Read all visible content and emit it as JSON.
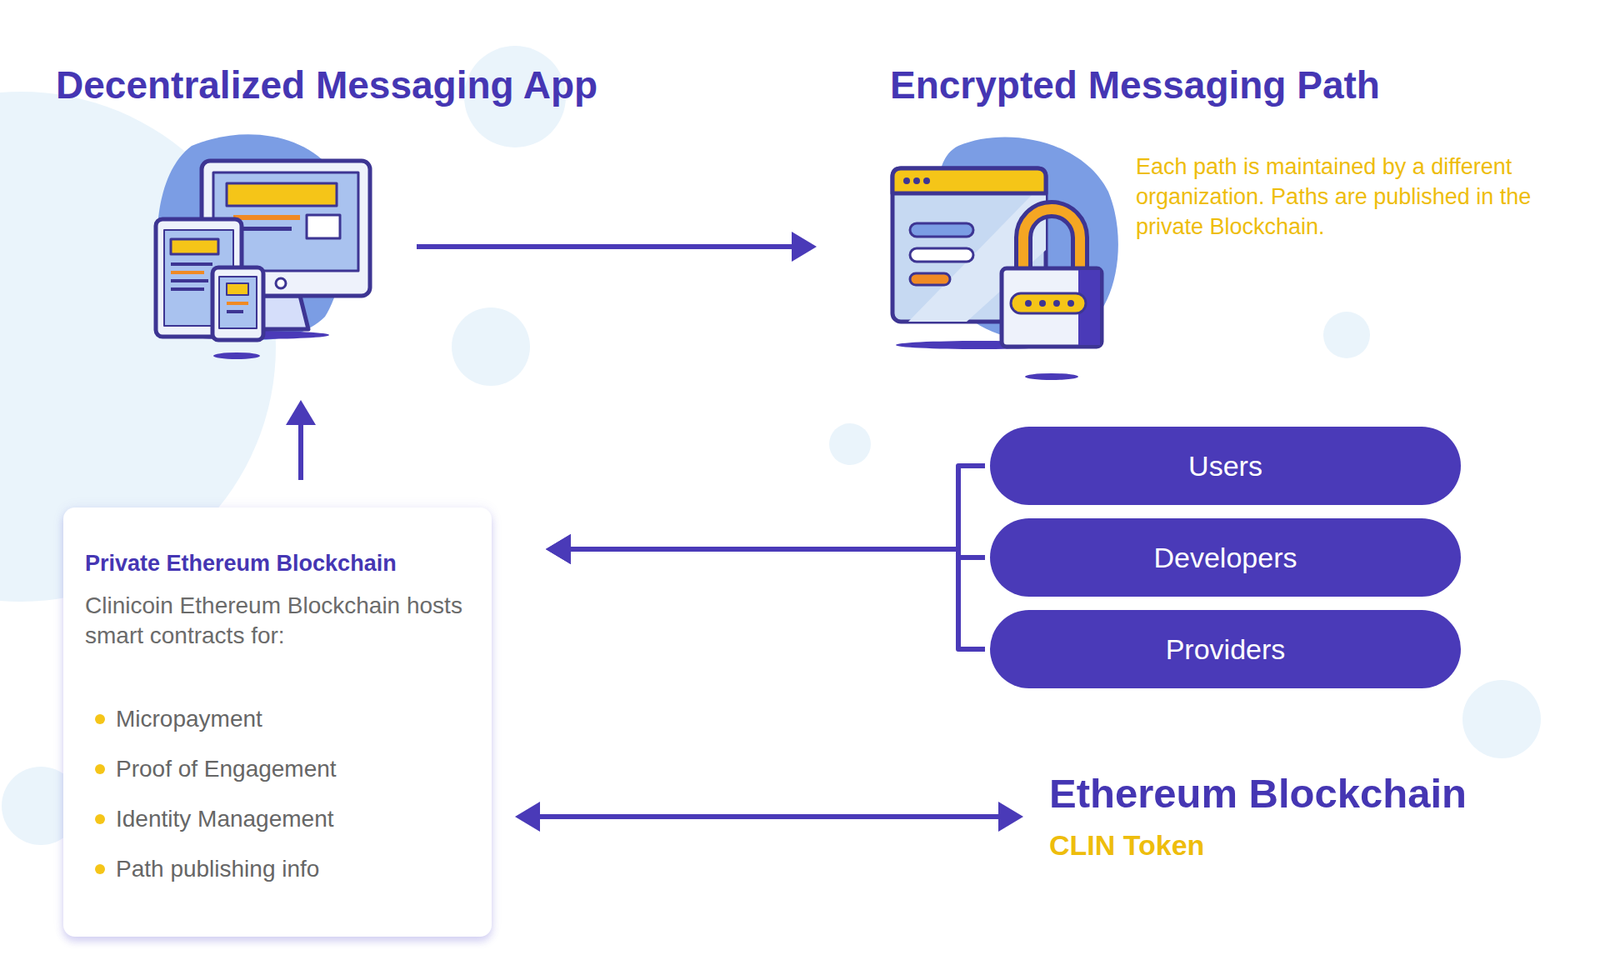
{
  "diagram": {
    "nodes": [
      {
        "text": [
          "Decentralized Messaging App"
        ]
      },
      {
        "text": [
          "Encrypted Messaging Path",
          "Each path is maintained by a different organization. Paths are published in the private Blockchain."
        ]
      },
      {
        "text": [
          "Private Ethereum Blockchain",
          "Clinicoin Ethereum Blockchain hosts smart contracts for:",
          "Micropayment",
          "Proof of Engagement",
          "Identity Management",
          "Path publishing info"
        ]
      },
      {
        "text": [
          "Users"
        ]
      },
      {
        "text": [
          "Developers"
        ]
      },
      {
        "text": [
          "Providers"
        ]
      },
      {
        "text": [
          "Ethereum Blockchain",
          "CLIN Token"
        ]
      }
    ],
    "edges": [
      {
        "from": 0,
        "to": 1,
        "arrow": "to"
      },
      {
        "from": 2,
        "to": 0,
        "arrow": "to"
      },
      {
        "from": 3,
        "to": 2,
        "arrow": "to"
      },
      {
        "from": 4,
        "to": 2,
        "arrow": "to"
      },
      {
        "from": 5,
        "to": 2,
        "arrow": "to"
      },
      {
        "from": 2,
        "to": 6,
        "arrow": "both"
      }
    ]
  }
}
